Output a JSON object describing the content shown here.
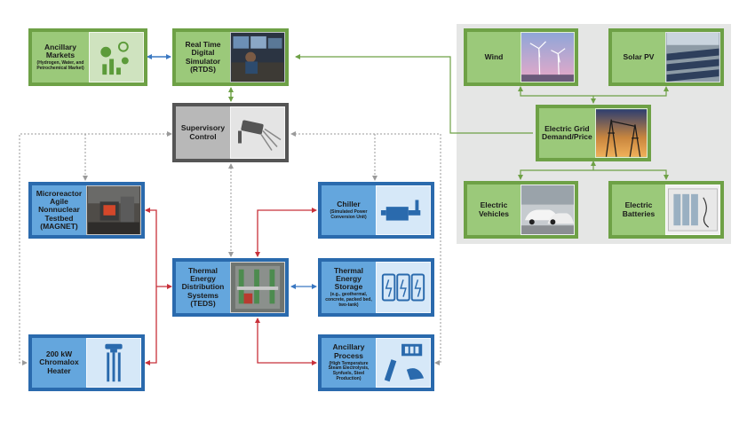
{
  "nodes": {
    "ancillary_markets": {
      "title": "Ancillary Markets",
      "subtitle": "(Hydrogen, Water, and Petrochemical Market)"
    },
    "rtds": {
      "title": "Real Time Digital Simulator (RTDS)"
    },
    "supervisory_control": {
      "title": "Supervisory Control"
    },
    "magnet": {
      "title": "Microreactor Agile Nonnuclear Testbed (MAGNET)"
    },
    "chiller": {
      "title": "Chiller",
      "subtitle": "(Simulated Power Conversion Unit)"
    },
    "teds": {
      "title": "Thermal Energy Distribution Systems (TEDS)"
    },
    "thermal_storage": {
      "title": "Thermal Energy Storage",
      "subtitle": "(e.g., geothermal, concrete, packed bed, two-tank)"
    },
    "chromalox_heater": {
      "title": "200 kW Chromalox Heater"
    },
    "ancillary_process": {
      "title": "Ancillary Process",
      "subtitle": "(High Temperature Steam Electrolysis, Synfuels, Steel Production)"
    },
    "wind": {
      "title": "Wind"
    },
    "solar_pv": {
      "title": "Solar PV"
    },
    "electric_grid": {
      "title": "Electric Grid Demand/Price"
    },
    "electric_vehicles": {
      "title": "Electric Vehicles"
    },
    "electric_batteries": {
      "title": "Electric Batteries"
    }
  },
  "colors": {
    "green_border": "#6ea146",
    "green_fill": "#9bc97a",
    "blue_border": "#2a6aad",
    "blue_fill": "#64a6dd",
    "gray_border": "#555555",
    "gray_fill": "#b8b8b8",
    "link_blue": "#3a78c2",
    "link_green": "#6ea146",
    "link_red": "#c8313a",
    "link_dotted": "#9a9a9a",
    "grid_panel": "#e5e6e5"
  },
  "icons": {
    "ancillary_markets": "market-icon",
    "supervisory_control": "cctv-camera-icon",
    "chiller": "chiller-unit-icon",
    "thermal_storage": "storage-tanks-icon",
    "chromalox_heater": "heater-element-icon",
    "ancillary_process": "hydrogen-fuel-icon"
  }
}
